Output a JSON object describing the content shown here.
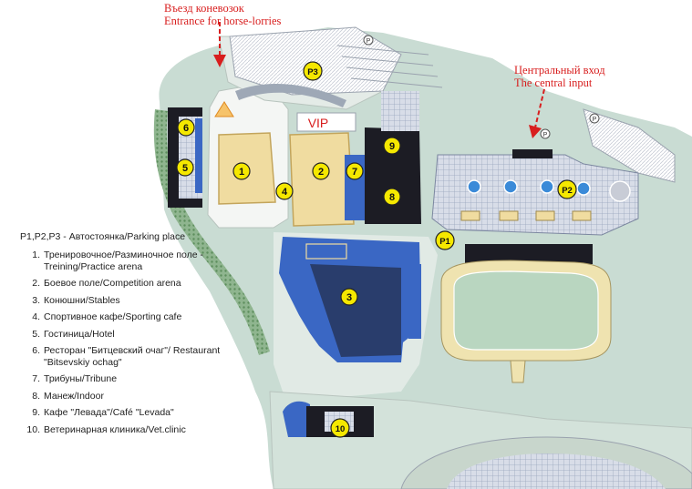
{
  "entrances": {
    "horse_lorries": {
      "ru": "Въезд коневозок",
      "en": "Entrance for horse-lorries"
    },
    "central": {
      "ru": "Центральный вход",
      "en": "The central input"
    }
  },
  "vip_label": "VIP",
  "markers": [
    "1",
    "2",
    "3",
    "4",
    "5",
    "6",
    "7",
    "8",
    "9",
    "10",
    "P1",
    "P2",
    "P3"
  ],
  "small_parking_sign": "P",
  "legend": {
    "parking": "P1,P2,P3 - Автостоянка/Parking place",
    "items": [
      {
        "num": "1.",
        "text": "Тренировочное/Разминочное поле - Treining/Practice arena"
      },
      {
        "num": "2.",
        "text": "Боевое поле/Competition arena"
      },
      {
        "num": "3.",
        "text": "Конюшни/Stables"
      },
      {
        "num": "4.",
        "text": "Спортивное кафе/Sporting cafe"
      },
      {
        "num": "5.",
        "text": "Гостиница/Hotel"
      },
      {
        "num": "6.",
        "text": "Ресторан \"Битцевский очаг\"/ Restaurant \"Bitsevskiy ochag\""
      },
      {
        "num": "7.",
        "text": "Трибуны/Tribune"
      },
      {
        "num": "8.",
        "text": "Манеж/Indoor"
      },
      {
        "num": "9.",
        "text": "Кафе \"Левада\"/Café \"Levada\""
      },
      {
        "num": "10.",
        "text": "Ветеринарная клиника/Vet.clinic"
      }
    ]
  },
  "colors": {
    "ground": "#c9dcd3",
    "road": "#f4f6f4",
    "arena_sand": "#f0dca0",
    "dark_building": "#1c1c24",
    "stable_blue": "#3a67c4",
    "marker_fill": "#f5e800",
    "accent_red": "#d81e1e",
    "field_green": "#b9d6c0",
    "track": "#efe3b0"
  }
}
